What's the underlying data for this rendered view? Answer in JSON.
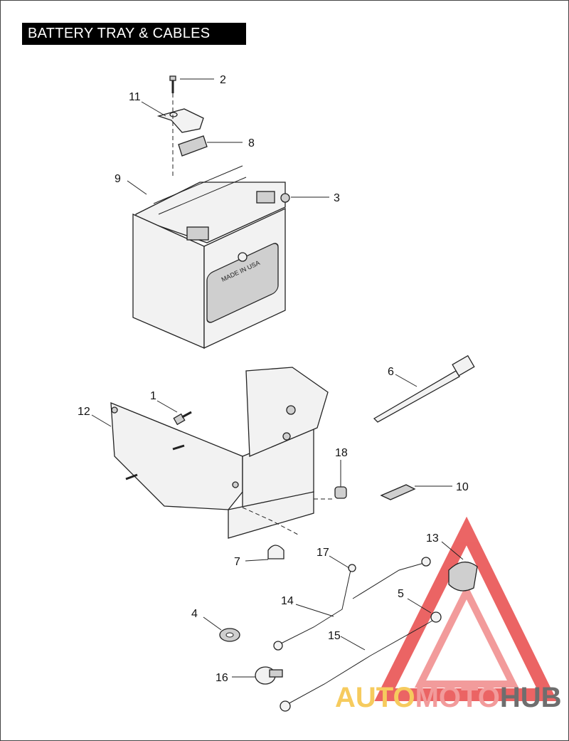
{
  "title": "BATTERY TRAY & CABLES",
  "callouts": [
    "1",
    "2",
    "3",
    "4",
    "5",
    "6",
    "7",
    "8",
    "9",
    "10",
    "11",
    "12",
    "13",
    "14",
    "15",
    "16",
    "17",
    "18"
  ],
  "watermark": {
    "part1": "AUTO",
    "part2": "MOTO",
    "part3": "HUB",
    "color1": "#f5c242",
    "color2": "#f08a8a",
    "color3": "#555555",
    "triangle_color": "#e84a4a"
  },
  "battery_label": "MADE IN USA"
}
